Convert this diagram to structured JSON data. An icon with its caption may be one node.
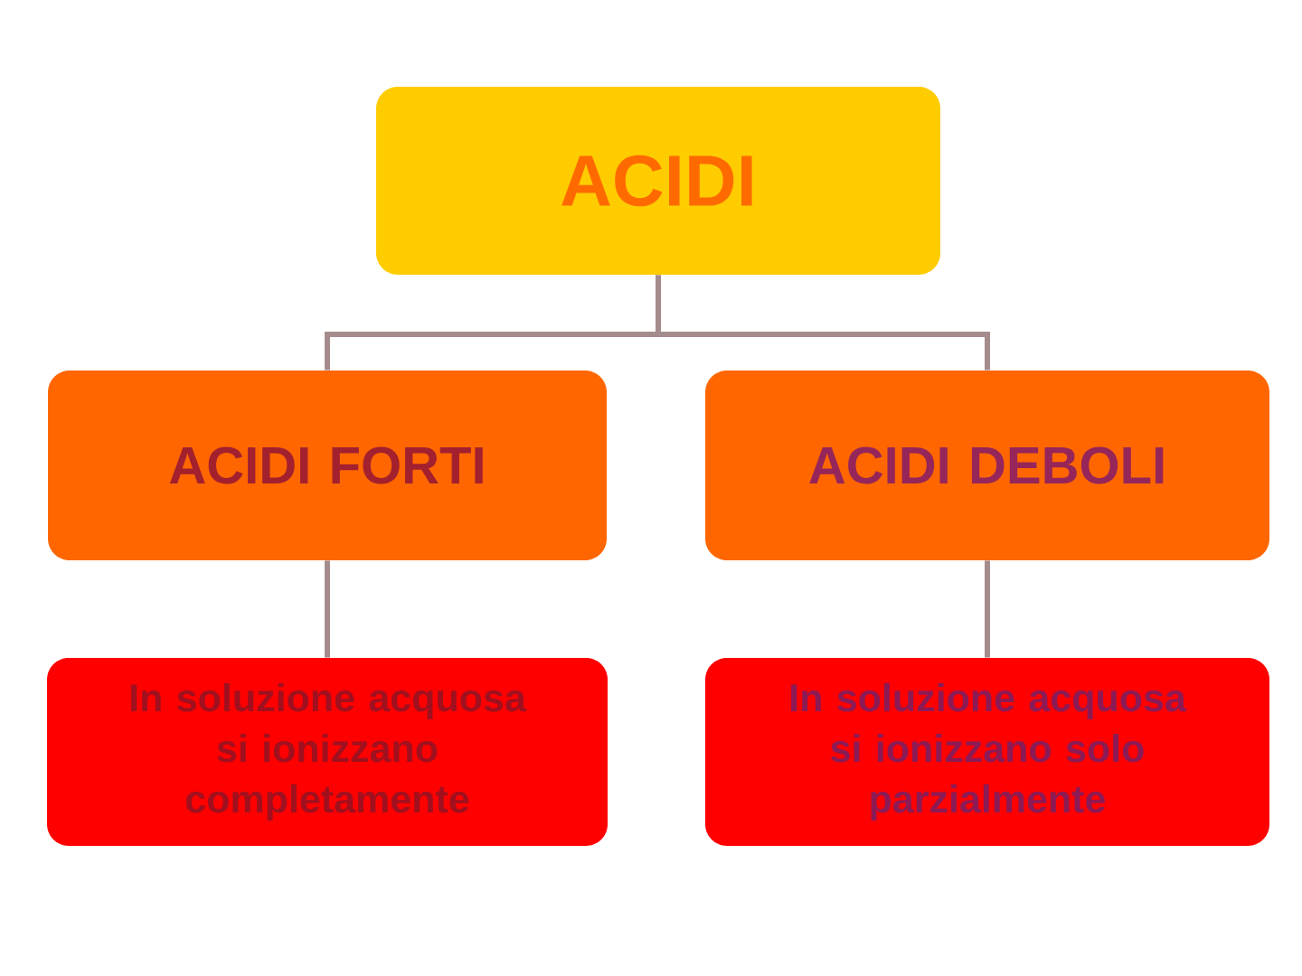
{
  "diagram": {
    "nodes": [
      {
        "text": [
          "ACIDI"
        ]
      },
      {
        "text": [
          "ACIDI FORTI"
        ]
      },
      {
        "text": [
          "ACIDI DEBOLI"
        ]
      },
      {
        "text": [
          "In soluzione acquosa si ionizzano completamente"
        ]
      },
      {
        "text": [
          "In soluzione acquosa si ionizzano solo parzialmente"
        ]
      }
    ],
    "edges": [
      {
        "from": 0,
        "to": 1,
        "arrow": "none"
      },
      {
        "from": 0,
        "to": 2,
        "arrow": "none"
      },
      {
        "from": 1,
        "to": 3,
        "arrow": "none"
      },
      {
        "from": 2,
        "to": 4,
        "arrow": "none"
      }
    ]
  }
}
